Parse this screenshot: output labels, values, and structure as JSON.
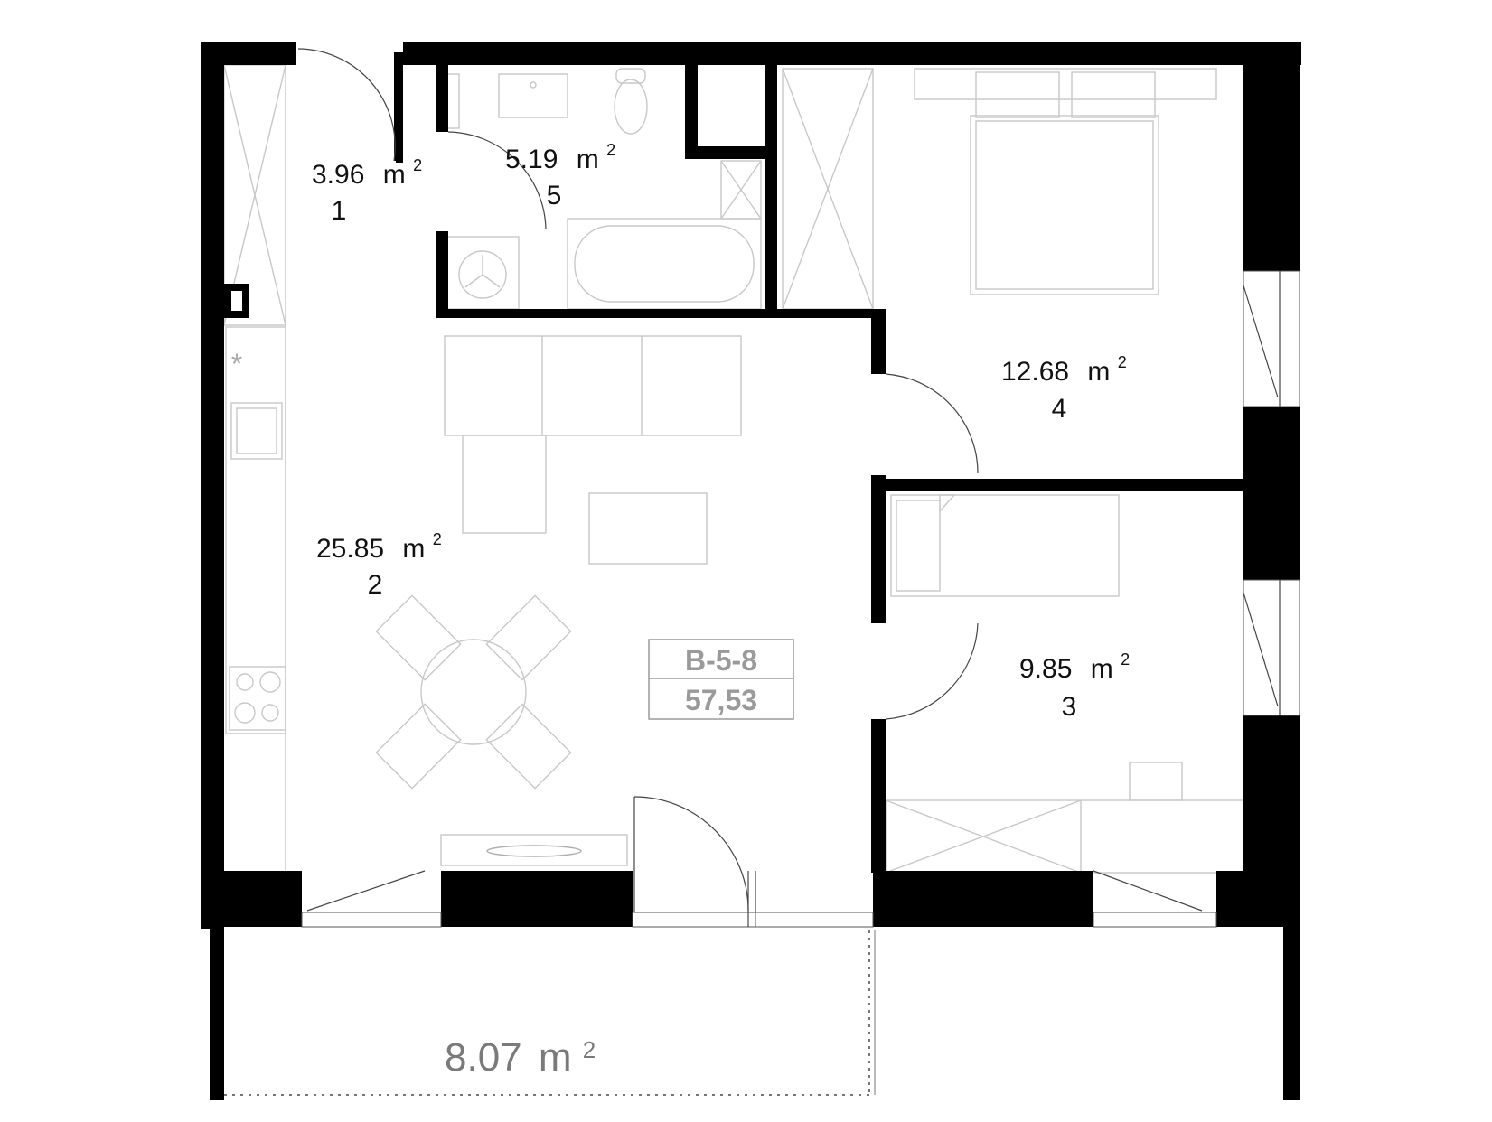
{
  "plan": {
    "unit_code": "B-5-8",
    "unit_area": "57,53",
    "area_unit": "m",
    "area_unit_exp": "2",
    "rooms": [
      {
        "id": "room-1",
        "area": "3.96",
        "number": "1"
      },
      {
        "id": "room-2",
        "area": "25.85",
        "number": "2"
      },
      {
        "id": "room-3",
        "area": "9.85",
        "number": "3"
      },
      {
        "id": "room-4",
        "area": "12.68",
        "number": "4"
      },
      {
        "id": "room-5",
        "area": "5.19",
        "number": "5"
      }
    ],
    "balcony": {
      "area": "8.07",
      "unit": "m",
      "unit_exp": "2"
    },
    "fridge_symbol": "*"
  }
}
